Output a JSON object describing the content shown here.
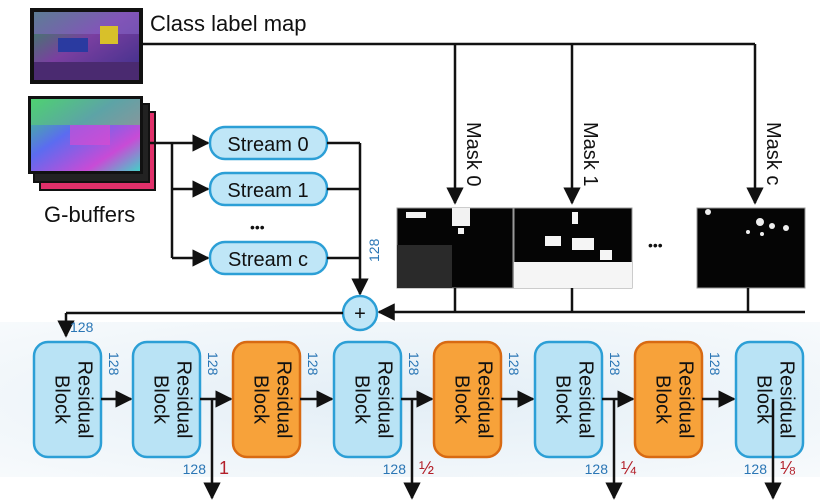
{
  "top": {
    "class_label_map": "Class label map",
    "g_buffers": "G-buffers"
  },
  "streams": [
    {
      "label": "Stream 0"
    },
    {
      "label": "Stream 1"
    },
    {
      "label": "Stream c"
    }
  ],
  "ellipsis": "•••",
  "masks": [
    {
      "label": "Mask 0"
    },
    {
      "label": "Mask 1"
    },
    {
      "label": "Mask c"
    }
  ],
  "mask_ellipsis": "•••",
  "sum_symbol": "+",
  "channels": {
    "stream_out": "128",
    "sum_out": "128",
    "between": "128"
  },
  "blocks": [
    {
      "line1": "Residual",
      "line2": "Block"
    },
    {
      "line1": "Residual",
      "line2": "Block"
    },
    {
      "line1": "Residual",
      "line2": "Block"
    },
    {
      "line1": "Residual",
      "line2": "Block"
    },
    {
      "line1": "Residual",
      "line2": "Block"
    },
    {
      "line1": "Residual",
      "line2": "Block"
    },
    {
      "line1": "Residual",
      "line2": "Block"
    },
    {
      "line1": "Residual",
      "line2": "Block"
    }
  ],
  "outputs": [
    {
      "channels": "128",
      "scale": "1"
    },
    {
      "channels": "128",
      "scale": "½"
    },
    {
      "channels": "128",
      "scale": "¼"
    },
    {
      "channels": "128",
      "scale": "⅛"
    }
  ],
  "colors": {
    "stream_fill": "#bfe6f7",
    "stream_stroke": "#2c9fd6",
    "block_fill": "#b9e3f5",
    "block_stroke": "#2c9fd6",
    "down_fill": "#f7a23a",
    "down_stroke": "#d86a12",
    "channel_text": "#2a76b5",
    "scale_text": "#b3202a",
    "bottom_band": "#e8f1f7"
  }
}
